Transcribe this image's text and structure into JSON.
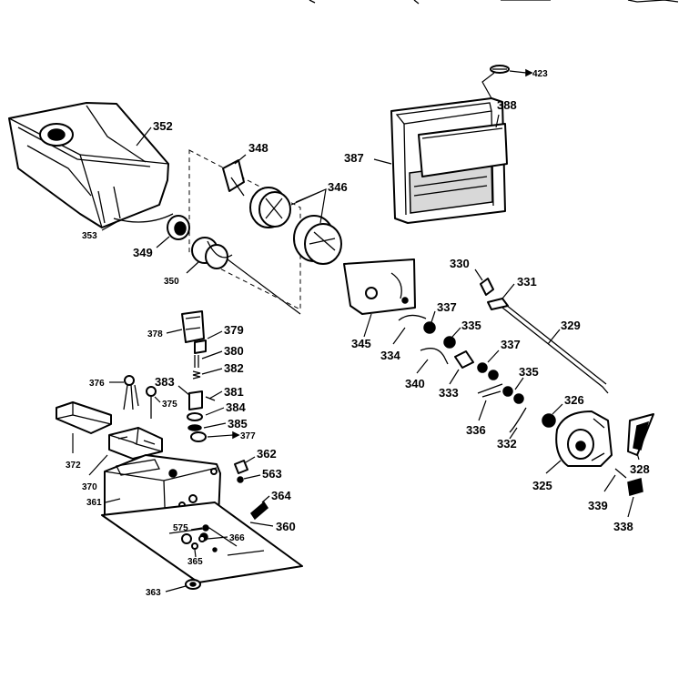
{
  "labels": {
    "p423": "423",
    "p388": "388",
    "p387": "387",
    "p352": "352",
    "p348": "348",
    "p346": "346",
    "p353": "353",
    "p349": "349",
    "p350": "350",
    "p330": "330",
    "p331": "331",
    "p329": "329",
    "p337a": "337",
    "p335a": "335",
    "p345": "345",
    "p334": "334",
    "p340": "340",
    "p333": "333",
    "p337b": "337",
    "p335b": "335",
    "p336": "336",
    "p332": "332",
    "p326": "326",
    "p325": "325",
    "p328": "328",
    "p339": "339",
    "p338": "338",
    "p378": "378",
    "p379": "379",
    "p380": "380",
    "p382": "382",
    "p376": "376",
    "p383": "383",
    "p375": "375",
    "p381": "381",
    "p384": "384",
    "p385": "385",
    "p377": "377",
    "p372": "372",
    "p370": "370",
    "p362": "362",
    "p563": "563",
    "p364": "364",
    "p361": "361",
    "p575": "575",
    "p366": "366",
    "p360": "360",
    "p365": "365",
    "p363": "363"
  }
}
